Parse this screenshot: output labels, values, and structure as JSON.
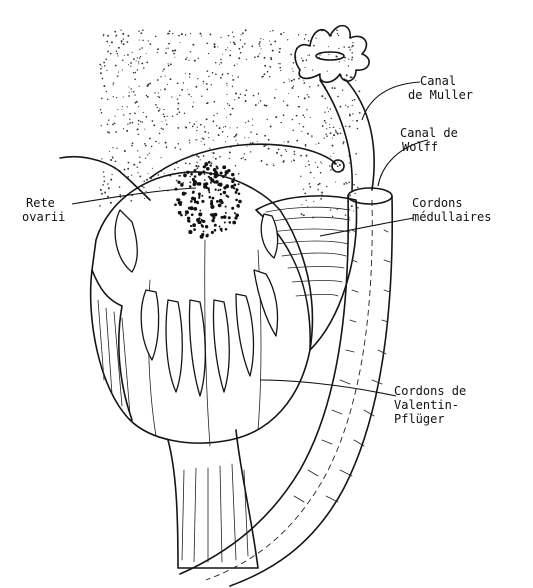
{
  "labels": {
    "canal_muller": [
      "Canal",
      "de Muller"
    ],
    "canal_wolff": [
      "Canal de",
      "Wolff"
    ],
    "rete_ovarii": [
      "Rete",
      "ovarii"
    ],
    "cordons_medullaires": [
      "Cordons",
      "médullaires"
    ],
    "cordons_valentin": [
      "Cordons de",
      "Valentin-",
      "Pflüger"
    ]
  }
}
